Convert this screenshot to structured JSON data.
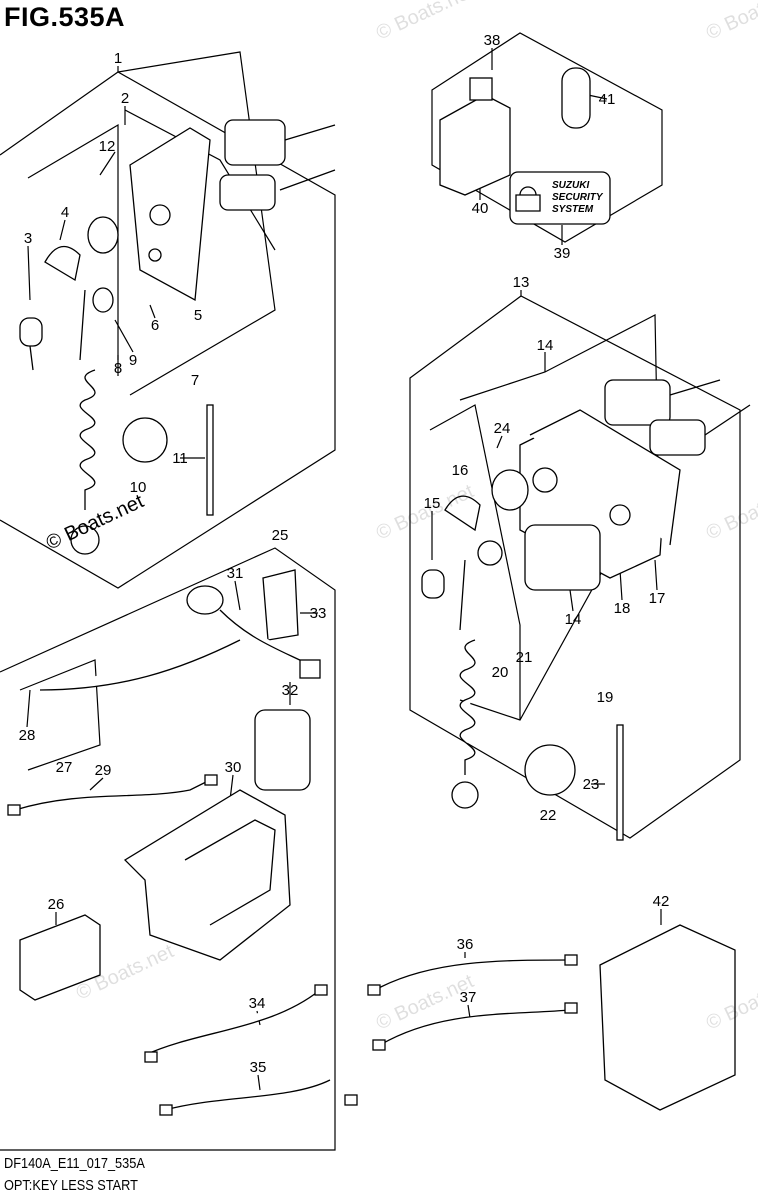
{
  "figure": {
    "title": "FIG.535A",
    "code": "DF140A_E11_017_535A",
    "caption": "OPT:KEY LESS START"
  },
  "watermark": "© Boats.net",
  "security_sticker": [
    "SUZUKI",
    "SECURITY",
    "SYSTEM"
  ],
  "part_labels": [
    "1",
    "2",
    "12",
    "4",
    "3",
    "6",
    "5",
    "9",
    "8",
    "7",
    "11",
    "10",
    "38",
    "41",
    "40",
    "39",
    "13",
    "14",
    "24",
    "16",
    "15",
    "14",
    "18",
    "17",
    "21",
    "20",
    "19",
    "23",
    "22",
    "25",
    "31",
    "33",
    "32",
    "28",
    "27",
    "29",
    "30",
    "26",
    "42",
    "36",
    "37",
    "34",
    "35"
  ]
}
